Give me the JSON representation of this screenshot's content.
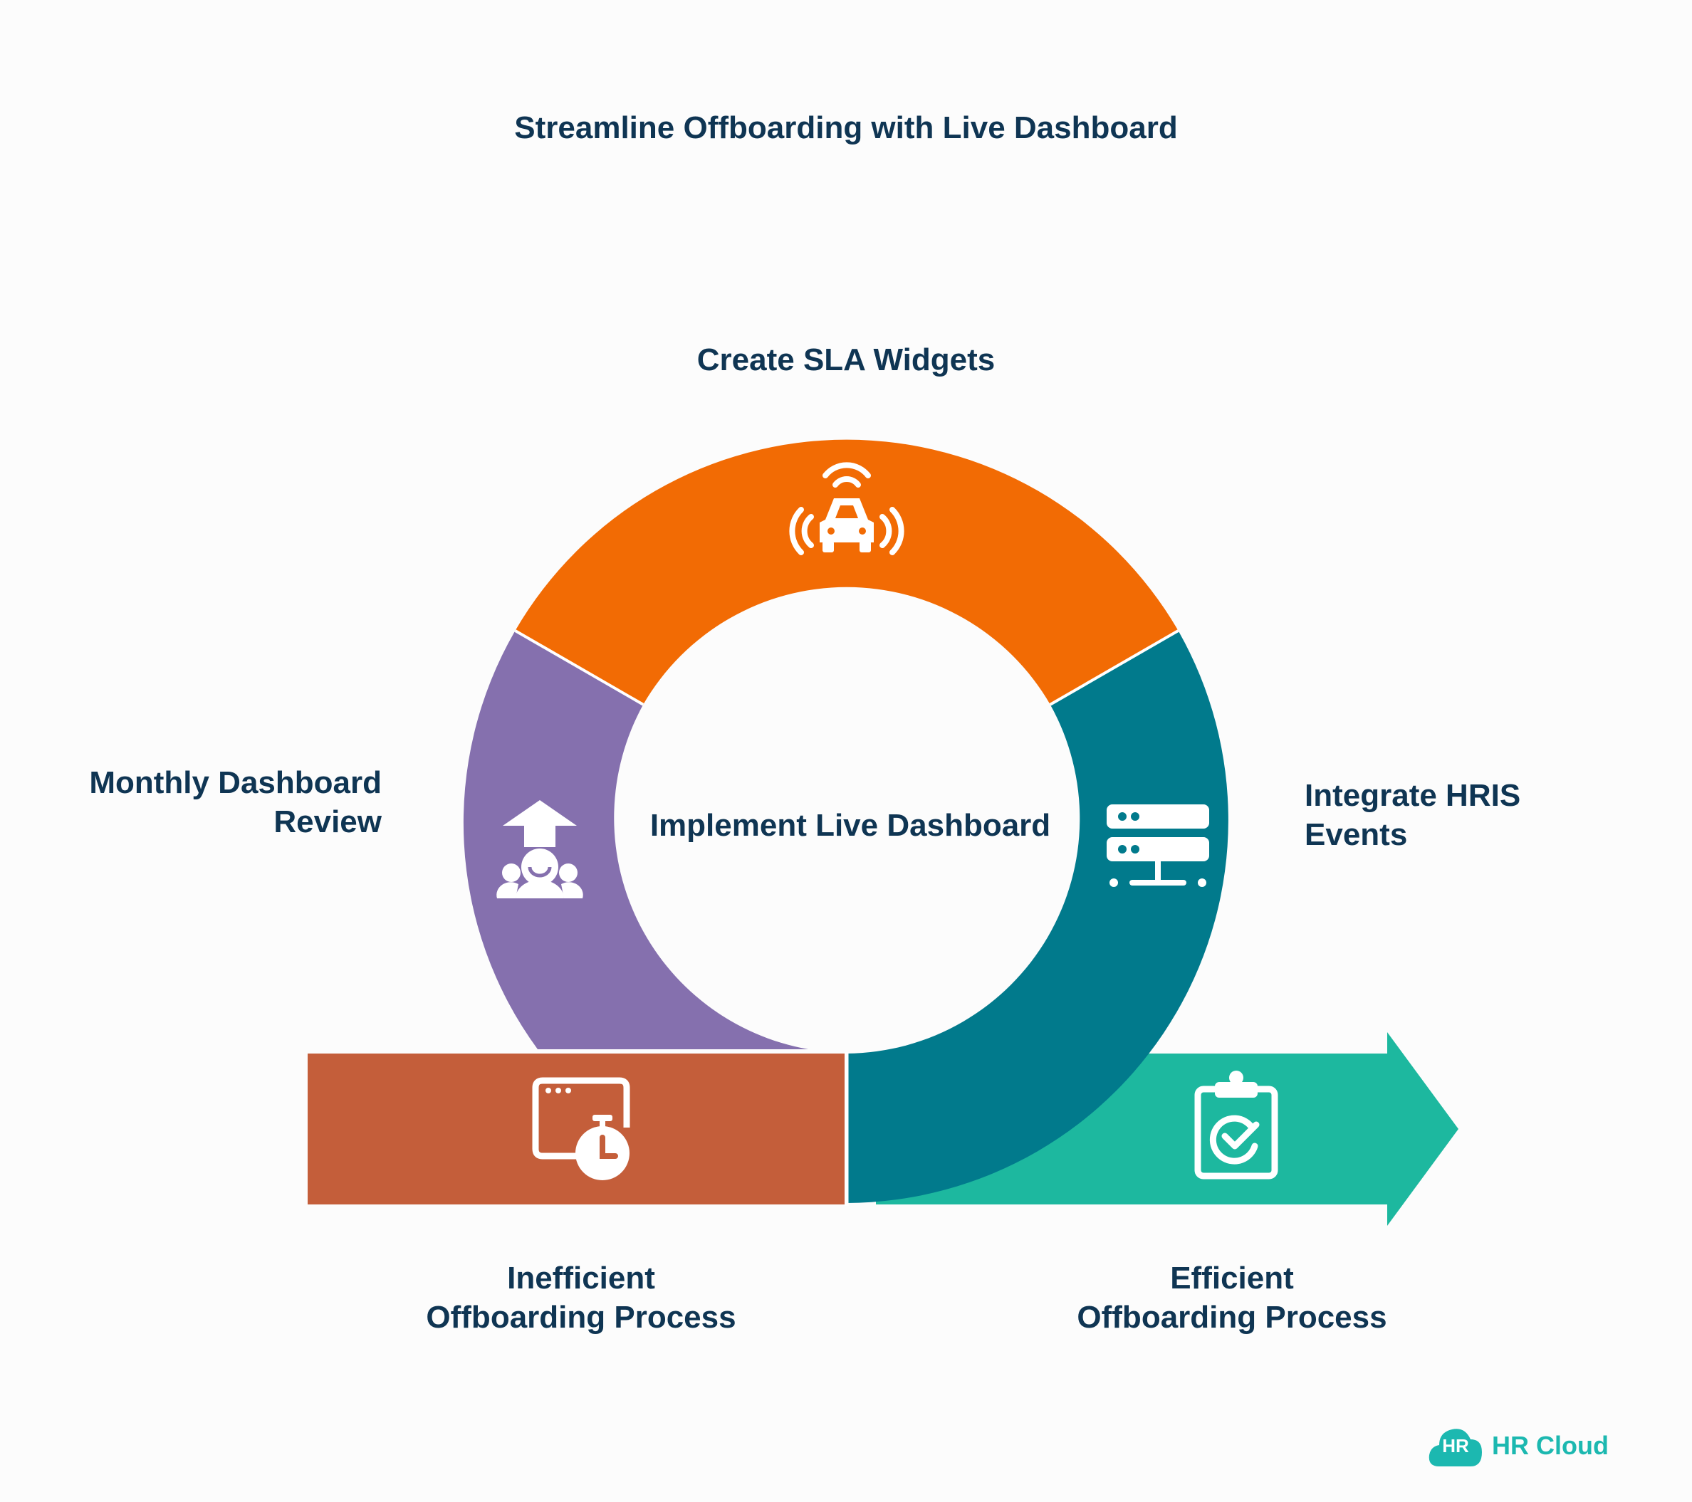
{
  "title": "Streamline Offboarding with Live Dashboard",
  "center_label": "Implement Live Dashboard",
  "segments": {
    "top": {
      "label": "Create SLA Widgets",
      "icon": "wireless-car-icon",
      "color": "#f26b04"
    },
    "left": {
      "label_line1": "Monthly Dashboard",
      "label_line2": "Review",
      "icon": "team-growth-icon",
      "color": "#8570ae"
    },
    "right": {
      "label_line1": "Integrate HRIS",
      "label_line2": "Events",
      "icon": "server-network-icon",
      "color": "#017a8c"
    }
  },
  "start_bar": {
    "label_line1": "Inefficient",
    "label_line2": "Offboarding Process",
    "icon": "browser-timer-icon",
    "color": "#c45e3a"
  },
  "end_arrow": {
    "label_line1": "Efficient",
    "label_line2": "Offboarding Process",
    "icon": "clipboard-check-icon",
    "color": "#1db89f"
  },
  "brand": {
    "badge": "HR",
    "name": "HR Cloud",
    "color": "#1cb8b0"
  }
}
